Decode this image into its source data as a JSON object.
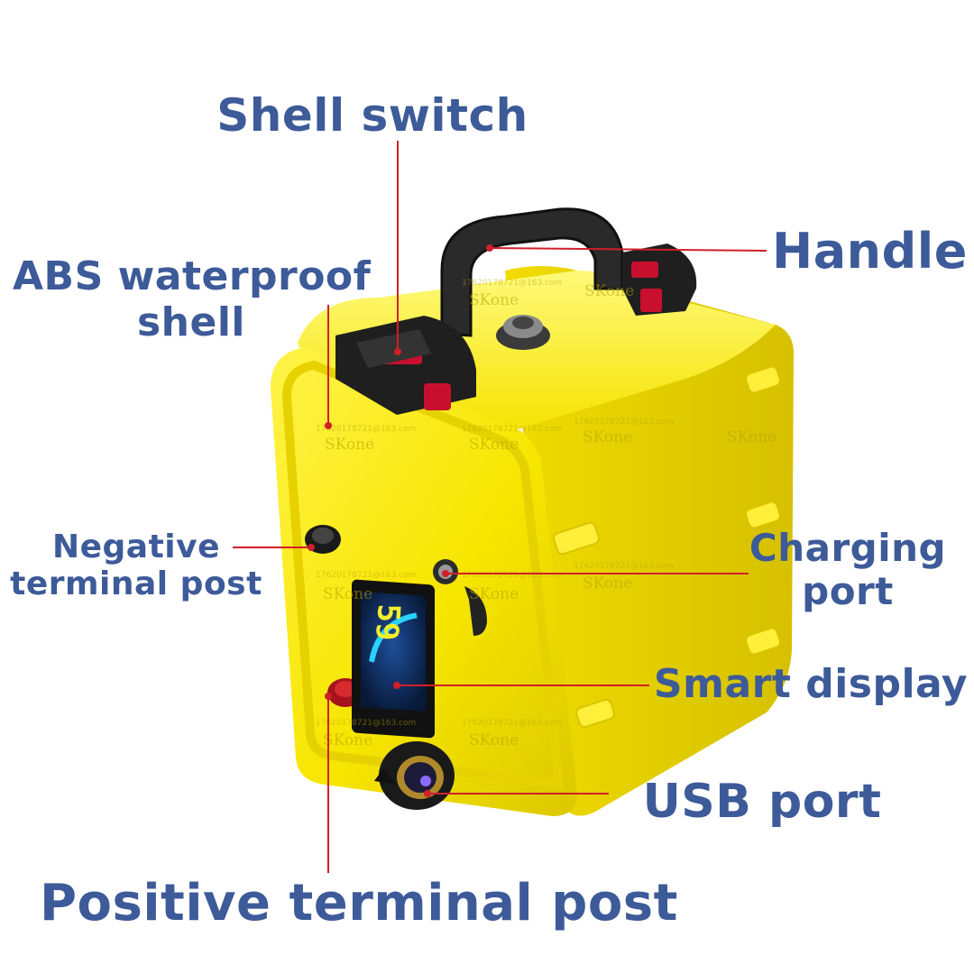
{
  "colors": {
    "label_text": "#3d5a99",
    "leader_line": "#d11f2a",
    "shell": "#f7e600",
    "latch": "#1f1f1f",
    "latch_red": "#c8102e"
  },
  "labels": {
    "shell_switch": "Shell switch",
    "handle": "Handle",
    "abs_shell_line1": "ABS waterproof",
    "abs_shell_line2": "shell",
    "negative_line1": "Negative",
    "negative_line2": "terminal post",
    "charging_line1": "Charging",
    "charging_line2": "port",
    "smart_display": "Smart display",
    "usb_port": "USB port",
    "positive_terminal": "Positive terminal post"
  },
  "watermark": {
    "brand": "SKone",
    "contact": "17620178721@163.com"
  },
  "display": {
    "reading": "59"
  }
}
